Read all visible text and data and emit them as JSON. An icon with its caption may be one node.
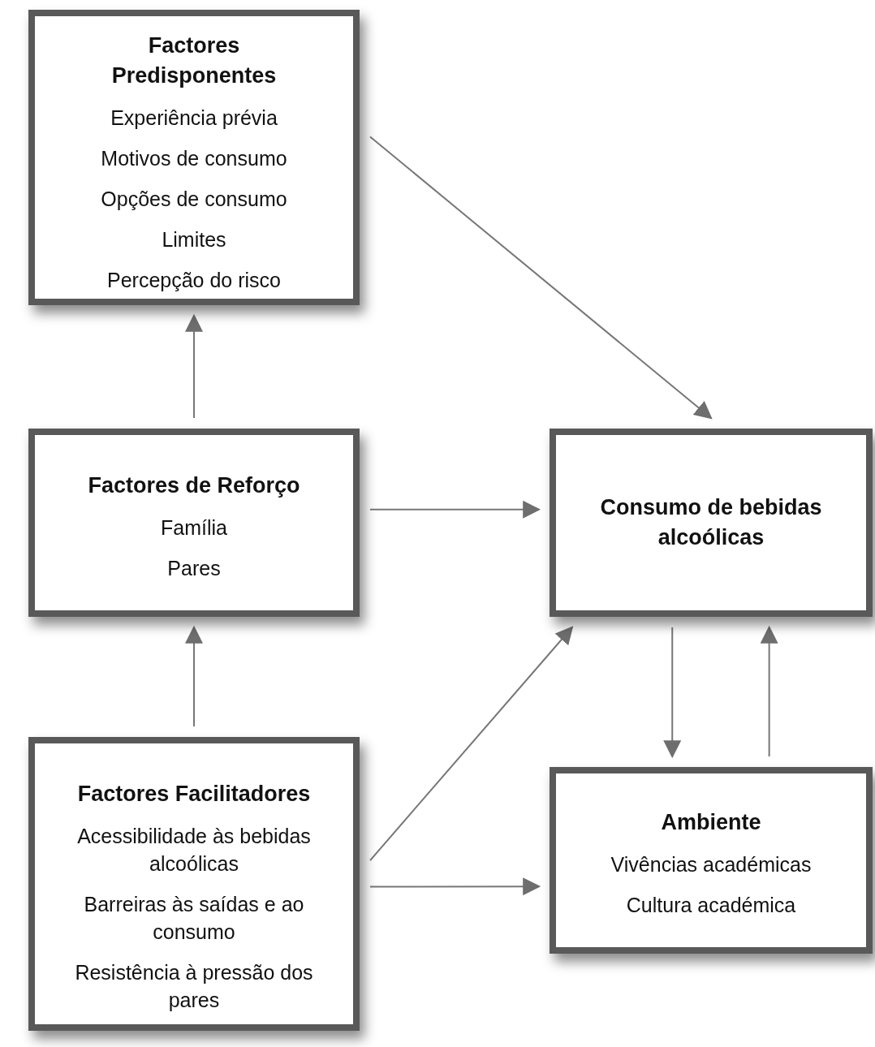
{
  "diagram": {
    "nodes": [
      {
        "text": [
          "Factores Predisponentes",
          "Experiência prévia",
          "Motivos de consumo",
          "Opções de consumo",
          "Limites",
          "Percepção do risco"
        ]
      },
      {
        "text": [
          "Factores de Reforço",
          "Família",
          "Pares"
        ]
      },
      {
        "text": [
          "Factores Facilitadores",
          "Acessibilidade às bebidas alcoólicas",
          "Barreiras às saídas e ao consumo",
          "Resistência à pressão dos pares"
        ]
      },
      {
        "text": [
          "Consumo de bebidas alcoólicas"
        ]
      },
      {
        "text": [
          "Ambiente",
          "Vivências académicas",
          "Cultura académica"
        ]
      }
    ],
    "edges": [
      {
        "from": 0,
        "to": 3,
        "arrow": "to"
      },
      {
        "from": 1,
        "to": 0,
        "arrow": "to"
      },
      {
        "from": 1,
        "to": 3,
        "arrow": "to"
      },
      {
        "from": 2,
        "to": 1,
        "arrow": "to"
      },
      {
        "from": 2,
        "to": 3,
        "arrow": "to"
      },
      {
        "from": 2,
        "to": 4,
        "arrow": "to"
      },
      {
        "from": 3,
        "to": 4,
        "arrow": "to"
      },
      {
        "from": 4,
        "to": 3,
        "arrow": "to"
      }
    ]
  }
}
